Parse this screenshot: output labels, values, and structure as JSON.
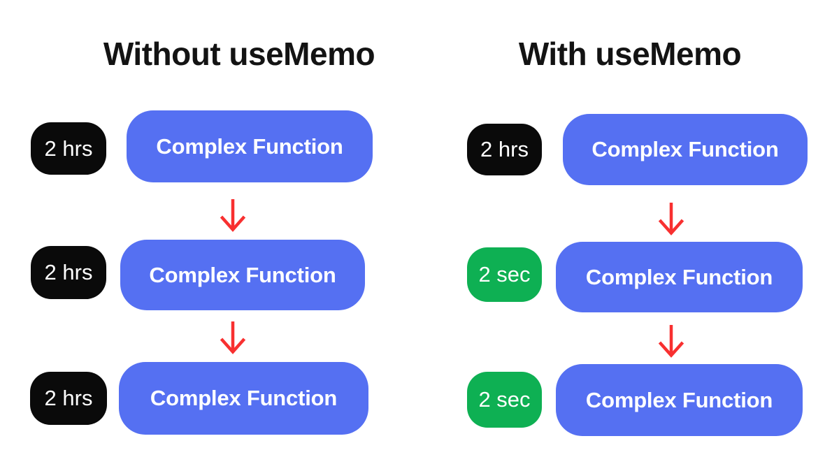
{
  "colors": {
    "background": "#ffffff",
    "heading": "#131313",
    "blue": "#5570f2",
    "black": "#0a0a0a",
    "green": "#0eb053",
    "red": "#f83030",
    "box_text": "#ffffff",
    "badge_text": "#ffffff"
  },
  "columns": [
    {
      "heading": "Without useMemo",
      "rows": [
        {
          "badge": {
            "label": "2 hrs",
            "variant": "black"
          },
          "box_label": "Complex Function"
        },
        {
          "badge": {
            "label": "2 hrs",
            "variant": "black"
          },
          "box_label": "Complex Function"
        },
        {
          "badge": {
            "label": "2 hrs",
            "variant": "black"
          },
          "box_label": "Complex Function"
        }
      ]
    },
    {
      "heading": "With useMemo",
      "rows": [
        {
          "badge": {
            "label": "2 hrs",
            "variant": "black"
          },
          "box_label": "Complex Function"
        },
        {
          "badge": {
            "label": "2 sec",
            "variant": "green"
          },
          "box_label": "Complex Function"
        },
        {
          "badge": {
            "label": "2 sec",
            "variant": "green"
          },
          "box_label": "Complex Function"
        }
      ]
    }
  ]
}
